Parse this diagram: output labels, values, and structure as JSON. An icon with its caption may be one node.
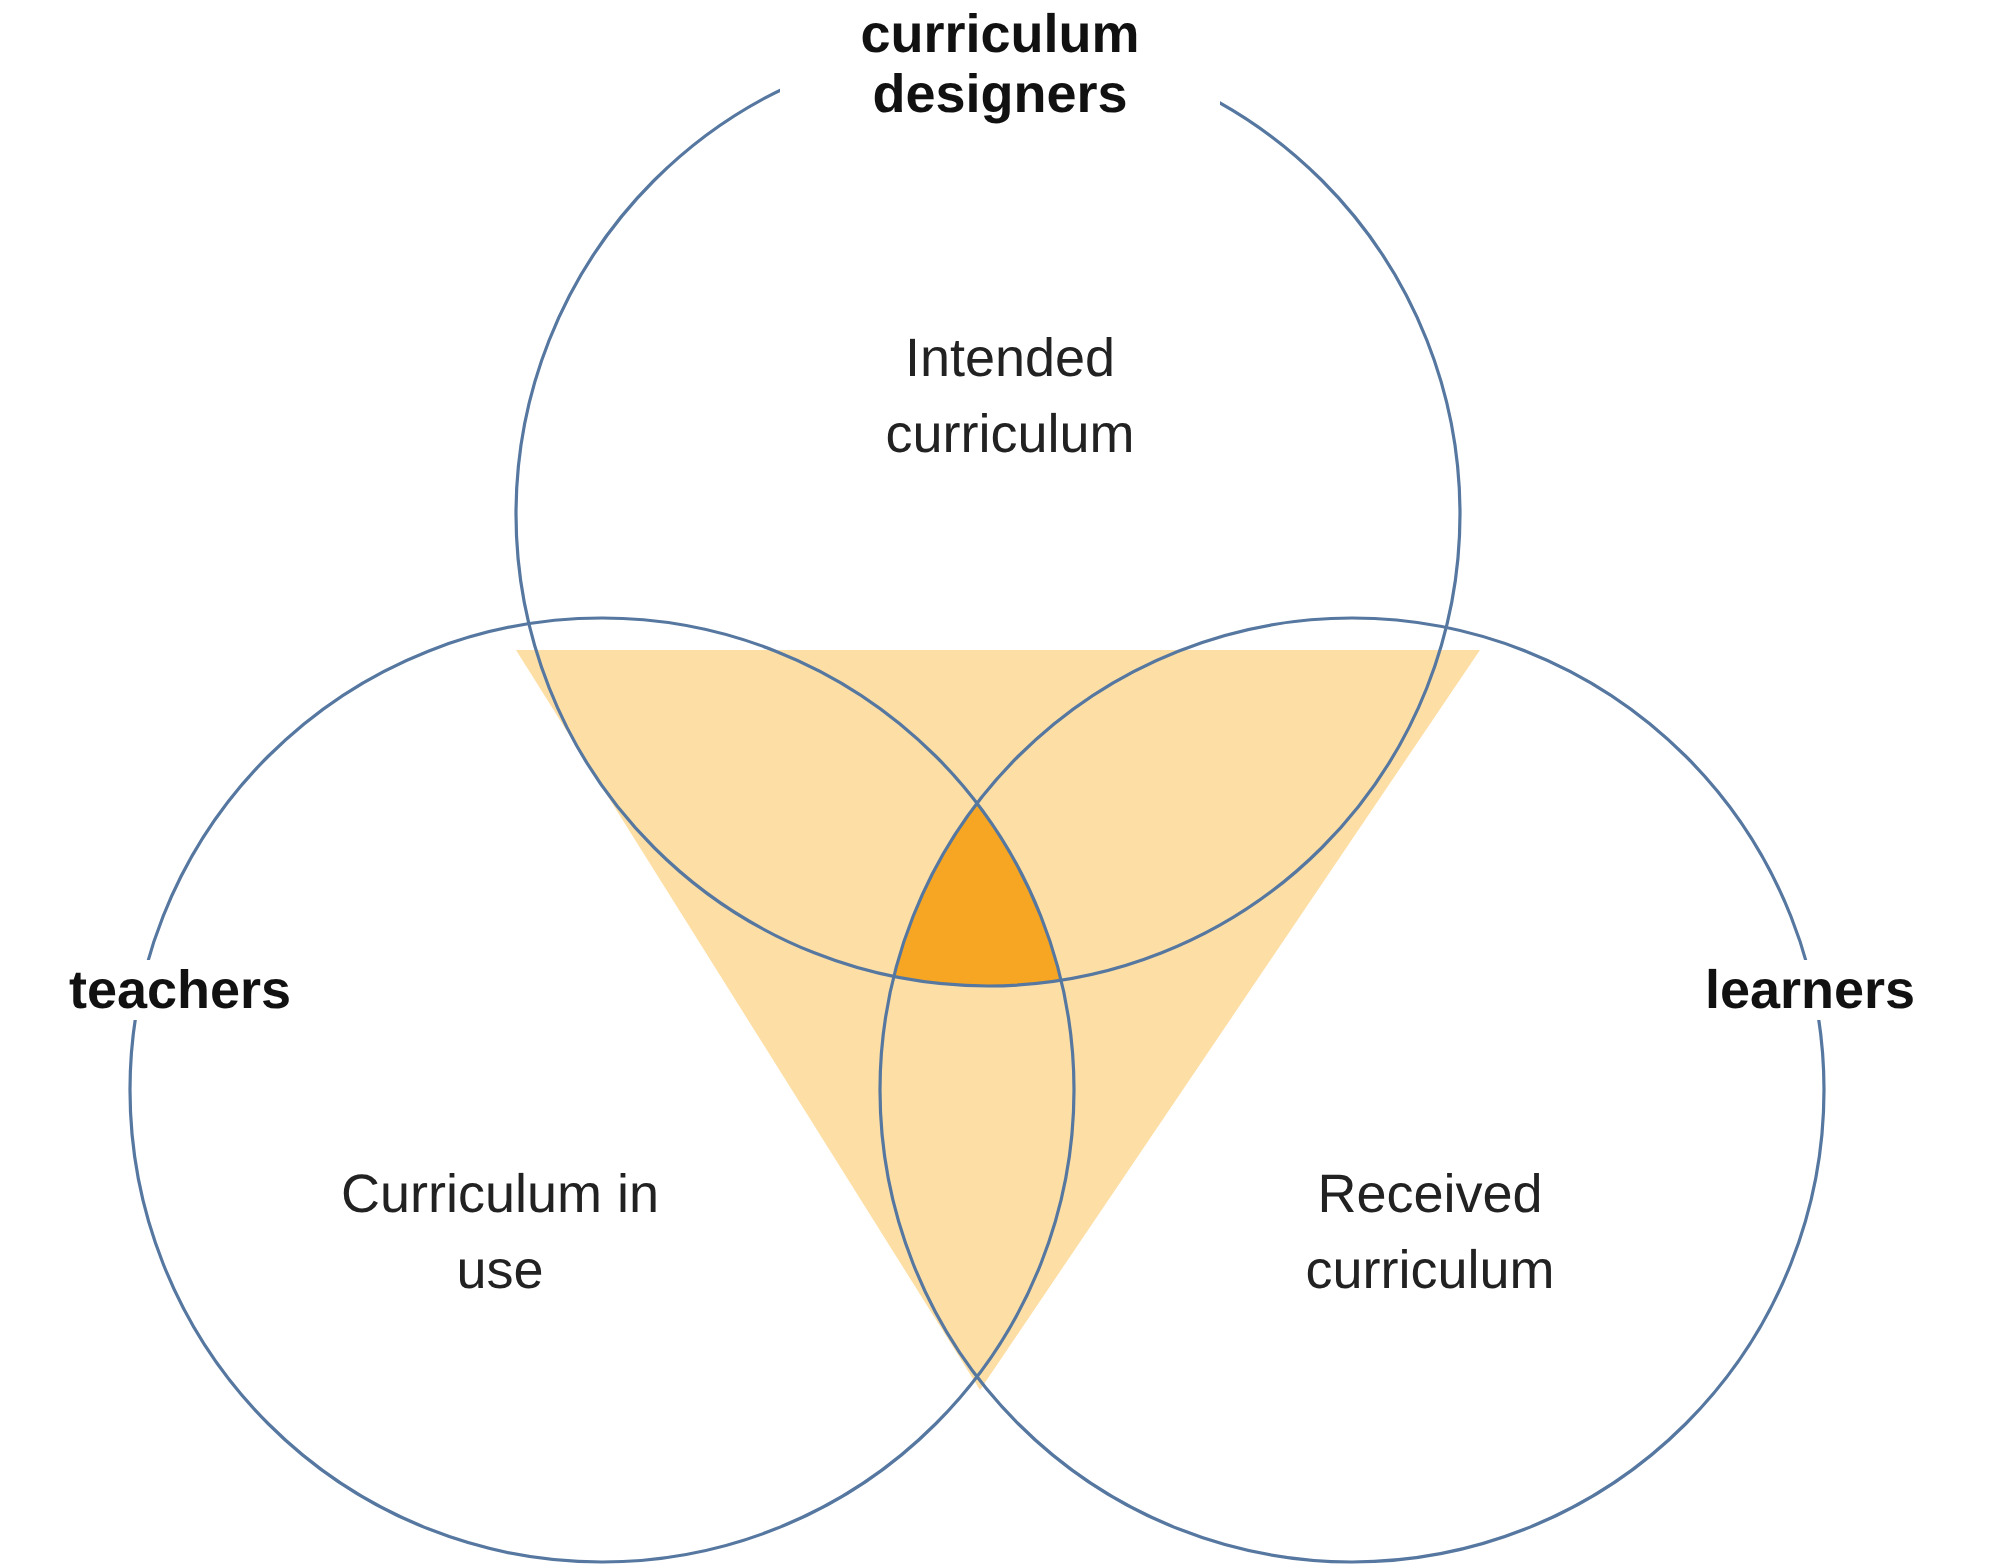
{
  "diagram": {
    "nodes": [
      {
        "text": [
          "curriculum designers",
          "Intended curriculum"
        ]
      },
      {
        "text": [
          "teachers",
          "Curriculum in use"
        ]
      },
      {
        "text": [
          "learners",
          "Received curriculum"
        ]
      }
    ]
  }
}
